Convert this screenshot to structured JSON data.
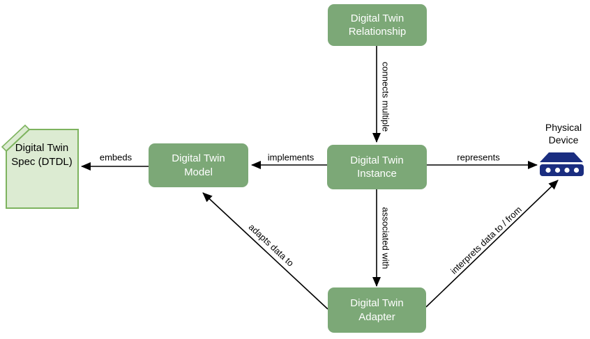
{
  "diagram": {
    "nodes": {
      "relationship": {
        "label": "Digital Twin Relationship"
      },
      "instance": {
        "label": "Digital Twin Instance"
      },
      "model": {
        "label": "Digital Twin Model"
      },
      "adapter": {
        "label": "Digital Twin Adapter"
      },
      "spec": {
        "label": "Digital Twin Spec (DTDL)"
      },
      "device": {
        "label": "Physical Device"
      }
    },
    "edges": {
      "connects_multiple": {
        "label": "connects multiple",
        "from": "relationship",
        "to": "instance"
      },
      "implements": {
        "label": "implements",
        "from": "instance",
        "to": "model"
      },
      "embeds": {
        "label": "embeds",
        "from": "model",
        "to": "spec"
      },
      "represents": {
        "label": "represents",
        "from": "instance",
        "to": "device"
      },
      "associated_with": {
        "label": "associated with",
        "from": "instance",
        "to": "adapter"
      },
      "adapts_data_to": {
        "label": "adapts data to",
        "from": "adapter",
        "to": "model"
      },
      "interprets_data": {
        "label": "interprets data to / from",
        "from": "adapter",
        "to": "device"
      }
    },
    "icons": {
      "spec": "document-folded-corner-icon",
      "device": "physical-device-icon"
    },
    "colors": {
      "node_fill": "#7CA877",
      "node_text": "#FFFFFF",
      "spec_fill": "#DCEBD2",
      "spec_border": "#7DB35E",
      "device_blue": "#1A2D80",
      "edge_stroke": "#000000",
      "background": "#FFFFFF"
    }
  }
}
